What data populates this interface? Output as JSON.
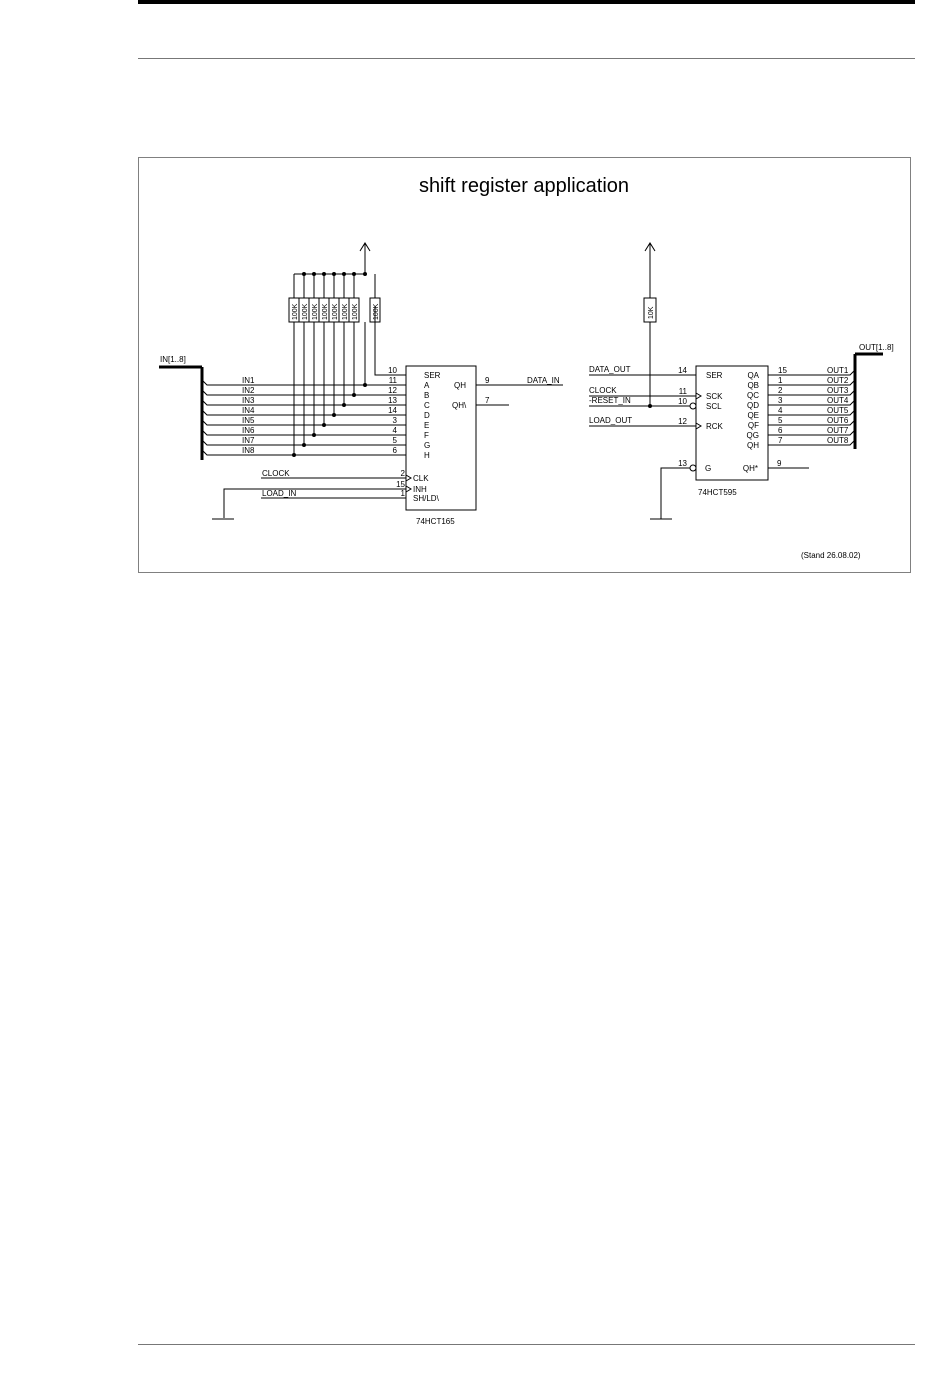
{
  "diagram": {
    "title": "shift register application",
    "stand": "(Stand   26.08.02)",
    "left": {
      "bus_label": "IN[1..8]",
      "inputs": [
        "IN1",
        "IN2",
        "IN3",
        "IN4",
        "IN5",
        "IN6",
        "IN7",
        "IN8"
      ],
      "resistor_label": "100K",
      "chip": {
        "name": "74HCT165",
        "pins_left": [
          {
            "num": "10",
            "name": "SER"
          },
          {
            "num": "11",
            "name": "A"
          },
          {
            "num": "12",
            "name": "B"
          },
          {
            "num": "13",
            "name": "C"
          },
          {
            "num": "14",
            "name": "D"
          },
          {
            "num": "3",
            "name": "E"
          },
          {
            "num": "4",
            "name": "F"
          },
          {
            "num": "5",
            "name": "G"
          },
          {
            "num": "6",
            "name": "H"
          }
        ],
        "pins_ctrl": [
          {
            "num": "2",
            "name": "CLK",
            "signal": "CLOCK"
          },
          {
            "num": "15",
            "name": "INH",
            "signal": ""
          },
          {
            "num": "1",
            "name": "SH/LD\\",
            "signal": "LOAD_IN"
          }
        ],
        "pins_right": [
          {
            "num": "9",
            "name": "QH",
            "signal": "DATA_IN"
          },
          {
            "num": "7",
            "name": "QH\\",
            "signal": ""
          }
        ]
      }
    },
    "right": {
      "bus_label": "OUT[1..8]",
      "resistor_label": "10K",
      "chip": {
        "name": "74HCT595",
        "pins_left": [
          {
            "num": "14",
            "name": "SER",
            "signal": "DATA_OUT"
          },
          {
            "num": "11",
            "name": "SCK",
            "signal": "CLOCK"
          },
          {
            "num": "10",
            "name": "SCL",
            "signal": "-RESET_IN"
          },
          {
            "num": "12",
            "name": "RCK",
            "signal": "LOAD_OUT"
          },
          {
            "num": "13",
            "name": "G",
            "signal": ""
          }
        ],
        "pins_right": [
          {
            "num": "15",
            "name": "QA",
            "signal": "OUT1"
          },
          {
            "num": "1",
            "name": "QB",
            "signal": "OUT2"
          },
          {
            "num": "2",
            "name": "QC",
            "signal": "OUT3"
          },
          {
            "num": "3",
            "name": "QD",
            "signal": "OUT4"
          },
          {
            "num": "4",
            "name": "QE",
            "signal": "OUT5"
          },
          {
            "num": "5",
            "name": "QF",
            "signal": "OUT6"
          },
          {
            "num": "6",
            "name": "QG",
            "signal": "OUT7"
          },
          {
            "num": "7",
            "name": "QH",
            "signal": "OUT8"
          },
          {
            "num": "9",
            "name": "QH*",
            "signal": ""
          }
        ]
      }
    }
  }
}
